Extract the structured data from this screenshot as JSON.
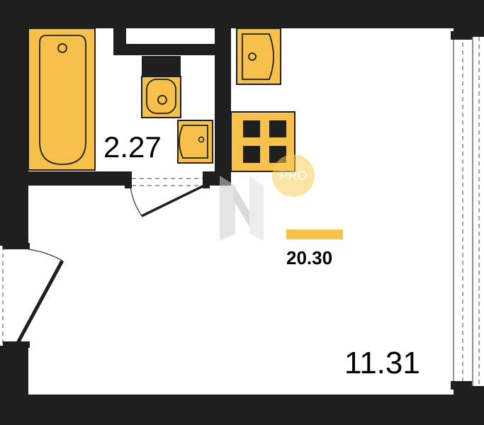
{
  "plan": {
    "bathroom_area": "2.27",
    "room_area": "11.31",
    "total_area": "20.30",
    "watermark_badge": "PRO",
    "colors": {
      "wall": "#1f1f1f",
      "fixture": "#f7c04b",
      "accent_bar": "#f7c04b",
      "badge": "#f7d060",
      "badge_text": "#ffffff",
      "logo": "#d8d8d8"
    },
    "fixtures": [
      "bathtub",
      "toilet",
      "bathroom-sink",
      "kitchen-sink",
      "stove"
    ],
    "doors": [
      "bathroom-door",
      "entrance-door"
    ],
    "windows": [
      "balcony-window"
    ]
  }
}
